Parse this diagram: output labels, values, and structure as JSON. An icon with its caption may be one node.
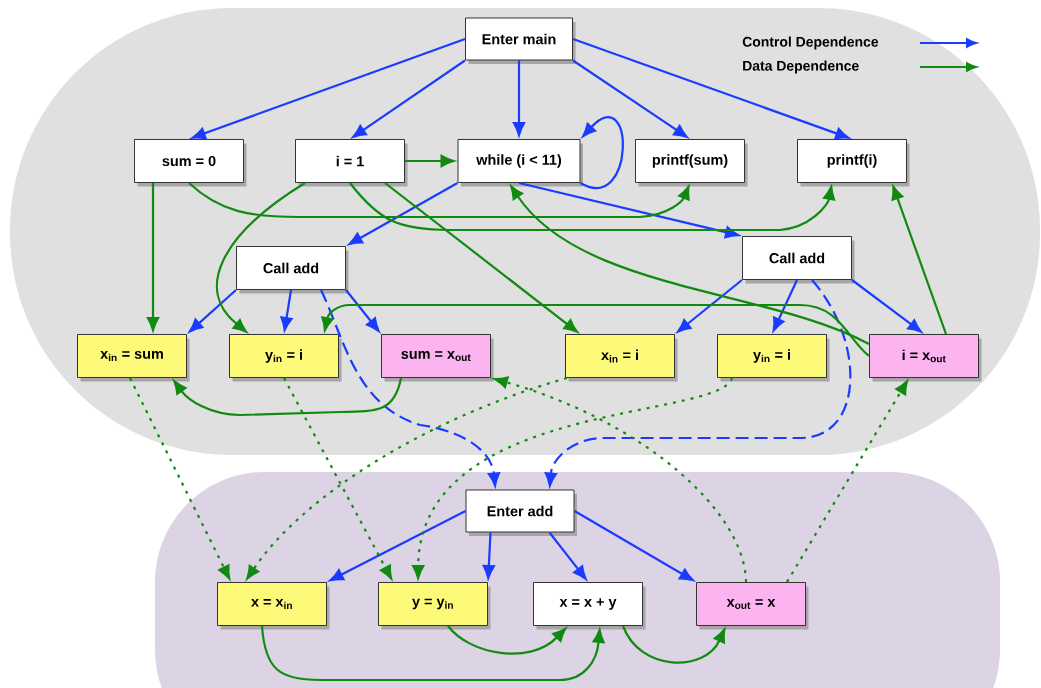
{
  "diagram": {
    "nodes": [
      {
        "text": [
          "Enter main"
        ]
      },
      {
        "text": [
          "sum = 0"
        ]
      },
      {
        "text": [
          "i = 1"
        ]
      },
      {
        "text": [
          "while (i < 11)"
        ]
      },
      {
        "text": [
          "printf(sum)"
        ]
      },
      {
        "text": [
          "printf(i)"
        ]
      },
      {
        "text": [
          "Call add"
        ]
      },
      {
        "text": [
          "Call add"
        ]
      },
      {
        "text": [
          "x$_{in}$ = sum"
        ]
      },
      {
        "text": [
          "y$_{in}$ = i"
        ]
      },
      {
        "text": [
          "sum = x$_{out}$"
        ]
      },
      {
        "text": [
          "x$_{in}$ = i"
        ]
      },
      {
        "text": [
          "y$_{in}$ = i"
        ]
      },
      {
        "text": [
          "i = x$_{out}$"
        ]
      },
      {
        "text": [
          "Enter add"
        ]
      },
      {
        "text": [
          "x = x$_{in}$"
        ]
      },
      {
        "text": [
          "y = y$_{in}$"
        ]
      },
      {
        "text": [
          "x = x + y"
        ]
      },
      {
        "text": [
          "x$_{out}$ = x"
        ]
      }
    ],
    "edges": [
      {
        "from": 0,
        "to": 1,
        "arrow": "to"
      },
      {
        "from": 0,
        "to": 2,
        "arrow": "to"
      },
      {
        "from": 0,
        "to": 3,
        "arrow": "to"
      },
      {
        "from": 0,
        "to": 4,
        "arrow": "to"
      },
      {
        "from": 0,
        "to": 5,
        "arrow": "to"
      },
      {
        "from": 3,
        "to": 3,
        "arrow": "to"
      },
      {
        "from": 3,
        "to": 6,
        "arrow": "to"
      },
      {
        "from": 3,
        "to": 7,
        "arrow": "to"
      },
      {
        "from": 6,
        "to": 8,
        "arrow": "to"
      },
      {
        "from": 6,
        "to": 9,
        "arrow": "to"
      },
      {
        "from": 6,
        "to": 10,
        "arrow": "to"
      },
      {
        "from": 7,
        "to": 11,
        "arrow": "to"
      },
      {
        "from": 7,
        "to": 12,
        "arrow": "to"
      },
      {
        "from": 7,
        "to": 13,
        "arrow": "to"
      },
      {
        "from": 14,
        "to": 15,
        "arrow": "to"
      },
      {
        "from": 14,
        "to": 16,
        "arrow": "to"
      },
      {
        "from": 14,
        "to": 17,
        "arrow": "to"
      },
      {
        "from": 14,
        "to": 18,
        "arrow": "to"
      },
      {
        "from": 6,
        "to": 14,
        "arrow": "to",
        "style": "dashed"
      },
      {
        "from": 7,
        "to": 14,
        "arrow": "to",
        "style": "dashed"
      },
      {
        "from": 2,
        "to": 3,
        "arrow": "to",
        "color": "#118a11"
      },
      {
        "from": 1,
        "to": 8,
        "arrow": "to",
        "color": "#118a11"
      },
      {
        "from": 1,
        "to": 4,
        "arrow": "to",
        "color": "#118a11"
      },
      {
        "from": 2,
        "to": 5,
        "arrow": "to",
        "color": "#118a11"
      },
      {
        "from": 2,
        "to": 9,
        "arrow": "to",
        "color": "#118a11"
      },
      {
        "from": 2,
        "to": 11,
        "arrow": "to",
        "color": "#118a11"
      },
      {
        "from": 10,
        "to": 8,
        "arrow": "to",
        "color": "#118a11"
      },
      {
        "from": 13,
        "to": 3,
        "arrow": "to",
        "color": "#118a11"
      },
      {
        "from": 13,
        "to": 5,
        "arrow": "to",
        "color": "#118a11"
      },
      {
        "from": 13,
        "to": 9,
        "arrow": "to",
        "color": "#118a11"
      },
      {
        "from": 15,
        "to": 17,
        "arrow": "to",
        "color": "#118a11"
      },
      {
        "from": 16,
        "to": 17,
        "arrow": "to",
        "color": "#118a11"
      },
      {
        "from": 17,
        "to": 18,
        "arrow": "to",
        "color": "#118a11"
      },
      {
        "from": 8,
        "to": 15,
        "arrow": "to",
        "style": "dashed",
        "color": "#118a11"
      },
      {
        "from": 9,
        "to": 16,
        "arrow": "to",
        "style": "dashed",
        "color": "#118a11"
      },
      {
        "from": 11,
        "to": 15,
        "arrow": "to",
        "style": "dashed",
        "color": "#118a11"
      },
      {
        "from": 12,
        "to": 16,
        "arrow": "to",
        "style": "dashed",
        "color": "#118a11"
      },
      {
        "from": 18,
        "to": 10,
        "arrow": "to",
        "style": "dashed",
        "color": "#118a11"
      },
      {
        "from": 18,
        "to": 13,
        "arrow": "to",
        "style": "dashed",
        "color": "#118a11"
      }
    ],
    "legend": [
      {
        "text": "Control Dependence"
      },
      {
        "text": "Data Dependence"
      }
    ]
  }
}
